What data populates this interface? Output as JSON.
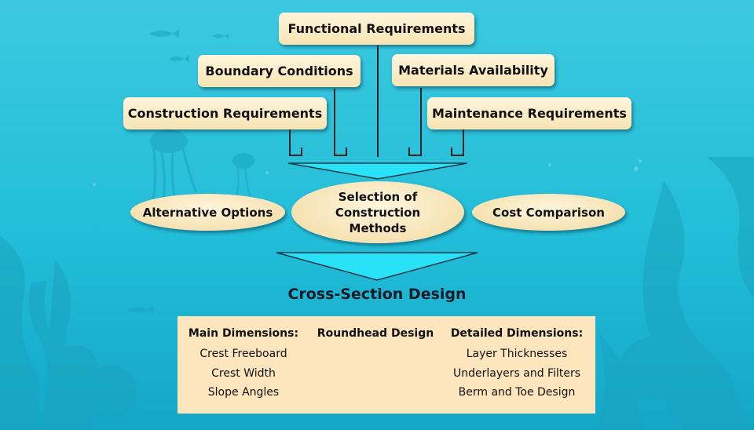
{
  "top_boxes": {
    "functional": "Functional Requirements",
    "boundary": "Boundary Conditions",
    "materials": "Materials Availability",
    "construction": "Construction Requirements",
    "maintenance": "Maintenance Requirements"
  },
  "middle": {
    "alternative": "Alternative Options",
    "selection": "Selection of Construction Methods",
    "cost": "Cost Comparison"
  },
  "title": "Cross-Section Design",
  "panel": {
    "main_heading": "Main Dimensions:",
    "main_items": [
      "Crest Freeboard",
      "Crest Width",
      "Slope Angles"
    ],
    "roundhead_heading": "Roundhead Design",
    "detailed_heading": "Detailed Dimensions:",
    "detailed_items": [
      "Layer Thicknesses",
      "Underlayers and Filters",
      "Berm and Toe Design"
    ]
  },
  "colors": {
    "background": "#2fc6df",
    "box_fill": "#fbe9c0",
    "arrow_fill": "#29e2f8",
    "line": "#222222"
  }
}
